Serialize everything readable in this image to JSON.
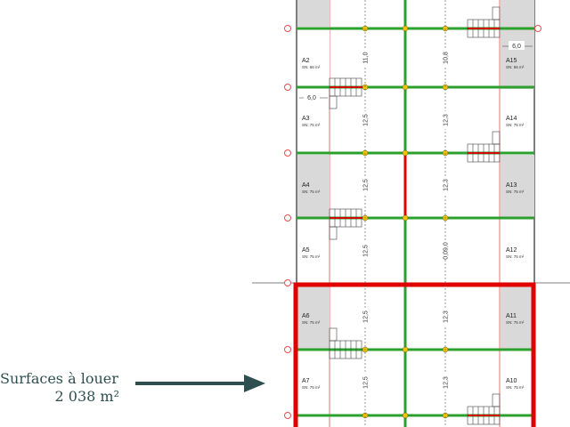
{
  "callout": {
    "title": "Surfaces à louer",
    "area": "2 038 m²"
  },
  "units_left": [
    {
      "id": "A2",
      "area": "SN: 66 m²"
    },
    {
      "id": "A3",
      "area": "SN: 75 m²"
    },
    {
      "id": "A4",
      "area": "SN: 75 m²"
    },
    {
      "id": "A5",
      "area": "SN: 75 m²"
    },
    {
      "id": "A6",
      "area": "SN: 75 m²"
    },
    {
      "id": "A7",
      "area": "SN: 75 m²"
    }
  ],
  "units_right": [
    {
      "id": "A15",
      "area": "SN: 66 m²"
    },
    {
      "id": "A14",
      "area": "SN: 75 m²"
    },
    {
      "id": "A13",
      "area": "SN: 75 m²"
    },
    {
      "id": "A12",
      "area": "SN: 75 m²"
    },
    {
      "id": "A11",
      "area": "SN: 75 m²"
    },
    {
      "id": "A10",
      "area": "SN: 75 m²"
    }
  ],
  "dims_left": [
    "11,0",
    "12,5",
    "12,5",
    "12,5",
    "12,5",
    "12,5"
  ],
  "dims_right": [
    "10,8",
    "12,3",
    "12,3",
    "0,09,0",
    "12,3",
    "12,3"
  ],
  "dim_width_left": "6,0",
  "dim_width_right": "6,0",
  "colors": {
    "green": "#2ca02c",
    "red": "#e00000",
    "yellow": "#f2c200",
    "gray_fill": "#d9d9d9",
    "callout": "#2e4f4f"
  }
}
